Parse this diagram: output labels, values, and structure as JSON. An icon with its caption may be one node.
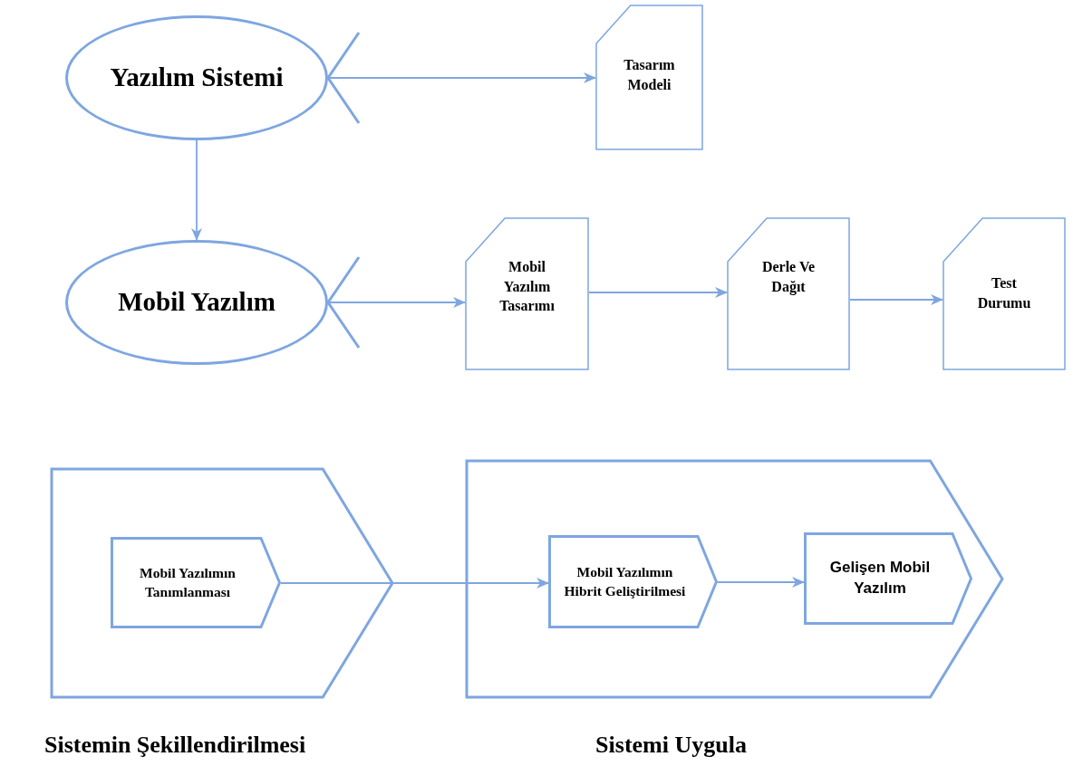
{
  "diagram": {
    "nodes": [
      {
        "text": [
          "Yazılım Sistemi"
        ]
      },
      {
        "text": [
          "Tasarım Modeli"
        ]
      },
      {
        "text": [
          "Mobil Yazılım"
        ]
      },
      {
        "text": [
          "Mobil Yazılım Tasarımı"
        ]
      },
      {
        "text": [
          "Derle Ve Dağıt"
        ]
      },
      {
        "text": [
          "Test Durumu"
        ]
      },
      {
        "text": [
          "Sistemin Şekillendirilmesi"
        ]
      },
      {
        "text": [
          "Mobil Yazılımın Tanımlanması"
        ],
        "in": 6
      },
      {
        "text": [
          "Sistemi Uygula"
        ]
      },
      {
        "text": [
          "Mobil Yazılımın Hibrit Geliştirilmesi"
        ],
        "in": 8
      },
      {
        "text": [
          "Gelişen Mobil Yazılım"
        ],
        "in": 8
      }
    ],
    "edges": [
      {
        "from": 0,
        "to": 1,
        "arrow": "to"
      },
      {
        "from": 0,
        "to": 2,
        "arrow": "to"
      },
      {
        "from": 2,
        "to": 3,
        "arrow": "to"
      },
      {
        "from": 3,
        "to": 4,
        "arrow": "to"
      },
      {
        "from": 4,
        "to": 5,
        "arrow": "to"
      },
      {
        "from": 7,
        "to": 9,
        "arrow": "to"
      },
      {
        "from": 9,
        "to": 10,
        "arrow": "to"
      }
    ]
  }
}
